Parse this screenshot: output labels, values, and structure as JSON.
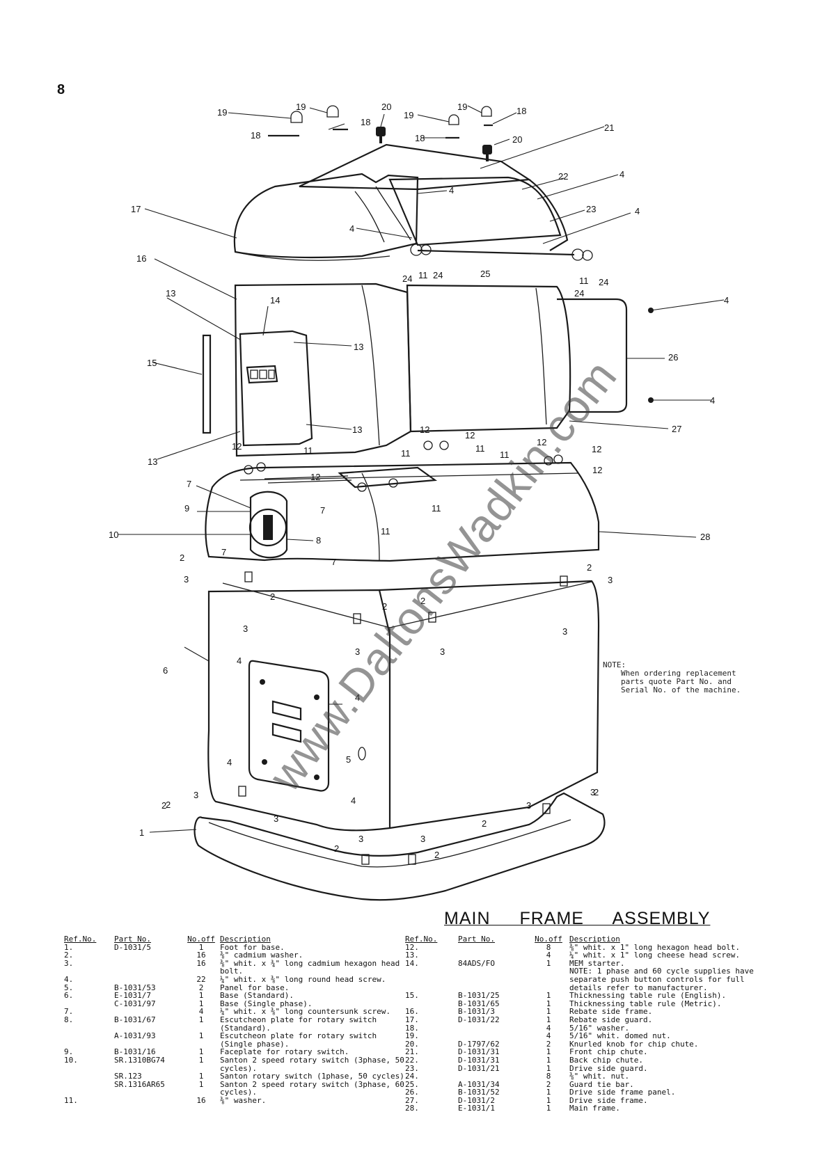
{
  "page": {
    "number": "8",
    "watermark": "www.DaltonsWadkin.com",
    "title": "MAIN FRAME ASSEMBLY",
    "note_head": "NOTE:",
    "note_body": "When ordering replacement parts quote Part No. and Serial No. of the machine."
  },
  "table_headers": {
    "ref": "Ref.No.",
    "part": "Part No.",
    "no": "No.off",
    "desc": "Description"
  },
  "callouts": [
    "19",
    "19",
    "18",
    "20",
    "19",
    "19",
    "18",
    "18",
    "18",
    "20",
    "21",
    "22",
    "4",
    "4",
    "4",
    "23",
    "4",
    "17",
    "24",
    "11",
    "24",
    "25",
    "24",
    "11",
    "24",
    "16",
    "13",
    "14",
    "4",
    "15",
    "26",
    "13",
    "13",
    "4",
    "13",
    "27",
    "12",
    "12",
    "11",
    "12",
    "11",
    "12",
    "12",
    "11",
    "11",
    "12",
    "7",
    "12",
    "9",
    "7",
    "11",
    "11",
    "10",
    "8",
    "28",
    "7",
    "7",
    "2",
    "3",
    "2",
    "2",
    "2",
    "3",
    "3",
    "3",
    "2",
    "3",
    "3",
    "6",
    "4",
    "4",
    "5",
    "4",
    "4",
    "3",
    "2",
    "2",
    "3",
    "3",
    "1",
    "2",
    "3",
    "2",
    "2",
    "3",
    "3",
    "2"
  ],
  "parts_left": [
    {
      "ref": "1.",
      "part": "D-1031/5",
      "qty": "1",
      "desc": "Foot for base."
    },
    {
      "ref": "2.",
      "part": "",
      "qty": "16",
      "desc": "⅜\" cadmium washer."
    },
    {
      "ref": "3.",
      "part": "",
      "qty": "16",
      "desc": "⅜\" whit. x ¾\" long cadmium hexagon head bolt."
    },
    {
      "ref": "4.",
      "part": "",
      "qty": "22",
      "desc": "¼\" whit. x ⅜\" long round head screw."
    },
    {
      "ref": "5.",
      "part": "B-1031/53",
      "qty": "2",
      "desc": "Panel for base."
    },
    {
      "ref": "6.",
      "part": "E-1031/7",
      "qty": "1",
      "desc": "Base (Standard)."
    },
    {
      "ref": "",
      "part": "C-1031/97",
      "qty": "1",
      "desc": "Base (Single phase)."
    },
    {
      "ref": "7.",
      "part": "",
      "qty": "4",
      "desc": "¼\" whit. x ⅜\" long countersunk screw."
    },
    {
      "ref": "8.",
      "part": "B-1031/67",
      "qty": "1",
      "desc": "Escutcheon plate for rotary switch (Standard)."
    },
    {
      "ref": "",
      "part": "A-1031/93",
      "qty": "1",
      "desc": "Escutcheon plate for rotary switch (Single phase)."
    },
    {
      "ref": "9.",
      "part": "B-1031/16",
      "qty": "1",
      "desc": "Faceplate for rotary switch."
    },
    {
      "ref": "10.",
      "part": "SR.1310BG74",
      "qty": "1",
      "desc": "Santon 2 speed rotary switch (3phase, 50 cycles)."
    },
    {
      "ref": "",
      "part": "SR.123",
      "qty": "1",
      "desc": "Santon rotary switch (1phase, 50 cycles)."
    },
    {
      "ref": "",
      "part": "SR.1316AR65",
      "qty": "1",
      "desc": "Santon 2 speed rotary switch (3phase, 60 cycles)."
    },
    {
      "ref": "11.",
      "part": "",
      "qty": "16",
      "desc": "⅜\" washer."
    }
  ],
  "parts_right": [
    {
      "ref": "12.",
      "part": "",
      "qty": "8",
      "desc": "⅜\" whit. x 1\" long hexagon head bolt."
    },
    {
      "ref": "13.",
      "part": "",
      "qty": "4",
      "desc": "¼\" whit. x 1\" long cheese head screw."
    },
    {
      "ref": "14.",
      "part": "84ADS/FO",
      "qty": "1",
      "desc": "MEM starter."
    },
    {
      "ref": "",
      "part": "",
      "qty": "",
      "desc": "NOTE: 1 phase and 60 cycle supplies have separate push button controls for full details refer to manufacturer."
    },
    {
      "ref": "15.",
      "part": "B-1031/25",
      "qty": "1",
      "desc": "Thicknessing table rule (English)."
    },
    {
      "ref": "",
      "part": "B-1031/65",
      "qty": "1",
      "desc": "Thicknessing table rule (Metric)."
    },
    {
      "ref": "16.",
      "part": "B-1031/3",
      "qty": "1",
      "desc": "Rebate side frame."
    },
    {
      "ref": "17.",
      "part": "D-1031/22",
      "qty": "1",
      "desc": "Rebate side guard."
    },
    {
      "ref": "18.",
      "part": "",
      "qty": "4",
      "desc": "5/16\" washer."
    },
    {
      "ref": "19.",
      "part": "",
      "qty": "4",
      "desc": "5/16\" whit. domed nut."
    },
    {
      "ref": "20.",
      "part": "D-1797/62",
      "qty": "2",
      "desc": "Knurled knob for chip chute."
    },
    {
      "ref": "21.",
      "part": "D-1031/31",
      "qty": "1",
      "desc": "Front chip chute."
    },
    {
      "ref": "22.",
      "part": "D-1031/31",
      "qty": "1",
      "desc": "Back chip chute."
    },
    {
      "ref": "23.",
      "part": "D-1031/21",
      "qty": "1",
      "desc": "Drive side guard."
    },
    {
      "ref": "24.",
      "part": "",
      "qty": "8",
      "desc": "⅜\" whit. nut."
    },
    {
      "ref": "25.",
      "part": "A-1031/34",
      "qty": "2",
      "desc": "Guard tie bar."
    },
    {
      "ref": "26.",
      "part": "B-1031/52",
      "qty": "1",
      "desc": "Drive side frame panel."
    },
    {
      "ref": "27.",
      "part": "D-1031/2",
      "qty": "1",
      "desc": "Drive side frame."
    },
    {
      "ref": "28.",
      "part": "E-1031/1",
      "qty": "1",
      "desc": "Main frame."
    }
  ]
}
